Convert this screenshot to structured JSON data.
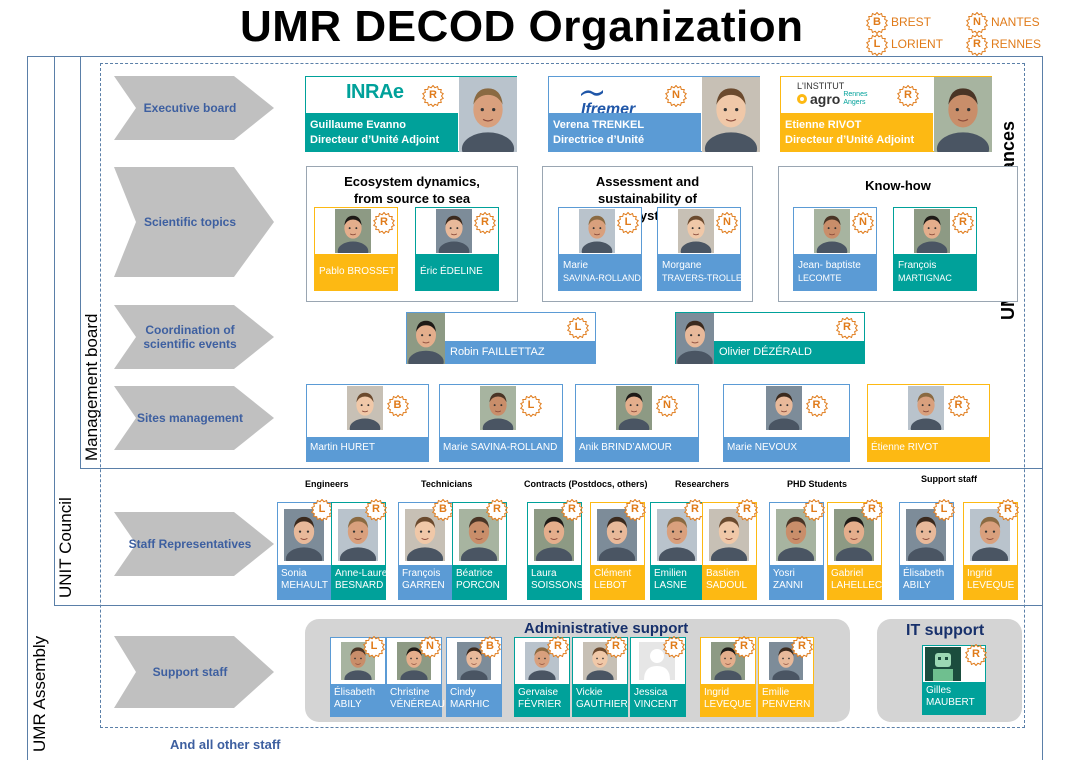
{
  "title": "UMR DECOD Organization",
  "legend": [
    {
      "letter": "B",
      "label": "BREST"
    },
    {
      "letter": "N",
      "label": "NANTES"
    },
    {
      "letter": "L",
      "label": "LORIENT"
    },
    {
      "letter": "R",
      "label": "RENNES"
    }
  ],
  "side_labels": {
    "assembly": "UMR Assembly",
    "council": "UNIT Council",
    "management": "Management board",
    "instances": "UMR DECOD Instances"
  },
  "rows": {
    "executive": "Executive board",
    "scientific": "Scientific topics",
    "coordination": "Coordination of scientific events",
    "sites": "Sites management",
    "staff": "Staff Representatives",
    "support": "Support staff"
  },
  "executive": [
    {
      "logo": "INRAe",
      "sublogo": "",
      "badge": "R",
      "name": "Guillaume Evanno",
      "role": "Directeur d’Unité Adjoint"
    },
    {
      "logo": "Ifremer",
      "sublogo": "",
      "badge": "N",
      "name": "Verena TRENKEL",
      "role": "Directrice d’Unité"
    },
    {
      "logo": "agro",
      "sublogo": "L'INSTITUT",
      "sublogo2": "Rennes Angers",
      "badge": "R",
      "name": "Etienne RIVOT",
      "role": "Directeur d’Unité Adjoint"
    }
  ],
  "topics": [
    {
      "title": "Ecosystem dynamics, from source to sea",
      "people": [
        {
          "name": "Pablo BROSSET",
          "badge": "R",
          "color": "yellow"
        },
        {
          "name": "Éric ÉDELINE",
          "badge": "R",
          "color": "teal"
        }
      ]
    },
    {
      "title": "Assessment and sustainability of ecosystems",
      "people": [
        {
          "name": "Marie SAVINA-ROLLAND",
          "name1": "Marie",
          "name2": "SAVINA-ROLLAND",
          "badge": "L",
          "color": "blue"
        },
        {
          "name": "Morgane TRAVERS-TROLLET",
          "name1": "Morgane",
          "name2": "TRAVERS-TROLLET",
          "badge": "N",
          "color": "blue"
        }
      ]
    },
    {
      "title": "Know-how",
      "people": [
        {
          "name": "Jean- baptiste LECOMTE",
          "name1": "Jean- baptiste",
          "name2": "LECOMTE",
          "badge": "N",
          "color": "blue"
        },
        {
          "name": "François MARTIGNAC",
          "name1": "François",
          "name2": "MARTIGNAC",
          "badge": "R",
          "color": "teal"
        }
      ]
    }
  ],
  "coordination": [
    {
      "name": "Robin FAILLETTAZ",
      "badge": "L",
      "color": "blue"
    },
    {
      "name": "Olivier DÉZÉRALD",
      "badge": "R",
      "color": "teal"
    }
  ],
  "sites": [
    {
      "name": "Martin HURET",
      "badge": "B",
      "color": "blue"
    },
    {
      "name": "Marie SAVINA-ROLLAND",
      "badge": "L",
      "color": "blue"
    },
    {
      "name": "Anik BRIND’AMOUR",
      "badge": "N",
      "color": "blue"
    },
    {
      "name": "Marie NEVOUX",
      "badge": "R",
      "color": "blue"
    },
    {
      "name": "Étienne RIVOT",
      "badge": "R",
      "color": "yellow"
    }
  ],
  "staff_categories": [
    "Engineers",
    "Technicians",
    "Contracts (Postdocs, others)",
    "Researchers",
    "PHD Students",
    "Support staff"
  ],
  "staff": [
    {
      "first": "Sonia",
      "last": "MEHAULT",
      "badge": "L",
      "color": "blue"
    },
    {
      "first": "Anne-Laure",
      "last": "BESNARD",
      "badge": "R",
      "color": "teal"
    },
    {
      "first": "François",
      "last": "GARREN",
      "badge": "B",
      "color": "blue"
    },
    {
      "first": "Béatrice",
      "last": "PORCON",
      "badge": "R",
      "color": "teal"
    },
    {
      "first": "Laura",
      "last": "SOISSONS",
      "badge": "R",
      "color": "teal"
    },
    {
      "first": "Clément",
      "last": "LEBOT",
      "badge": "R",
      "color": "yellow"
    },
    {
      "first": "Emilien",
      "last": "LASNE",
      "badge": "R",
      "color": "teal"
    },
    {
      "first": "Bastien",
      "last": "SADOUL",
      "badge": "R",
      "color": "yellow"
    },
    {
      "first": "Yosri",
      "last": "ZANNI",
      "badge": "L",
      "color": "blue"
    },
    {
      "first": "Gabriel",
      "last": "LAHELLEC",
      "badge": "R",
      "color": "yellow"
    },
    {
      "first": "Élisabeth",
      "last": "ABILY",
      "badge": "L",
      "color": "blue"
    },
    {
      "first": "Ingrid",
      "last": "LEVEQUE",
      "badge": "R",
      "color": "yellow"
    }
  ],
  "admin": {
    "title": "Administrative support",
    "people": [
      {
        "first": "Élisabeth",
        "last": "ABILY",
        "badge": "L",
        "color": "blue"
      },
      {
        "first": "Christine",
        "last": "VÉNÉREAU",
        "badge": "N",
        "color": "blue"
      },
      {
        "first": "Cindy",
        "last": "MARHIC",
        "badge": "B",
        "color": "blue"
      },
      {
        "first": "Gervaise",
        "last": "FÉVRIER",
        "badge": "R",
        "color": "teal"
      },
      {
        "first": "Vickie",
        "last": "GAUTHIER",
        "badge": "R",
        "color": "teal"
      },
      {
        "first": "Jessica",
        "last": "VINCENT",
        "badge": "R",
        "color": "teal"
      },
      {
        "first": "Ingrid",
        "last": "LEVEQUE",
        "badge": "R",
        "color": "yellow"
      },
      {
        "first": "Emilie",
        "last": "PENVERN",
        "badge": "R",
        "color": "yellow"
      }
    ]
  },
  "it": {
    "title": "IT support",
    "people": [
      {
        "first": "Gilles",
        "last": "MAUBERT",
        "badge": "R",
        "color": "teal"
      }
    ]
  },
  "footer": "And all other staff",
  "colors": {
    "blue": "#5b9bd5",
    "teal": "#00a19a",
    "yellow": "#fdb913",
    "arrow": "#c0c0c0",
    "arrow_text": "#3d5fa0",
    "badge": "#e07b1a",
    "frame": "#5a7fa8"
  }
}
